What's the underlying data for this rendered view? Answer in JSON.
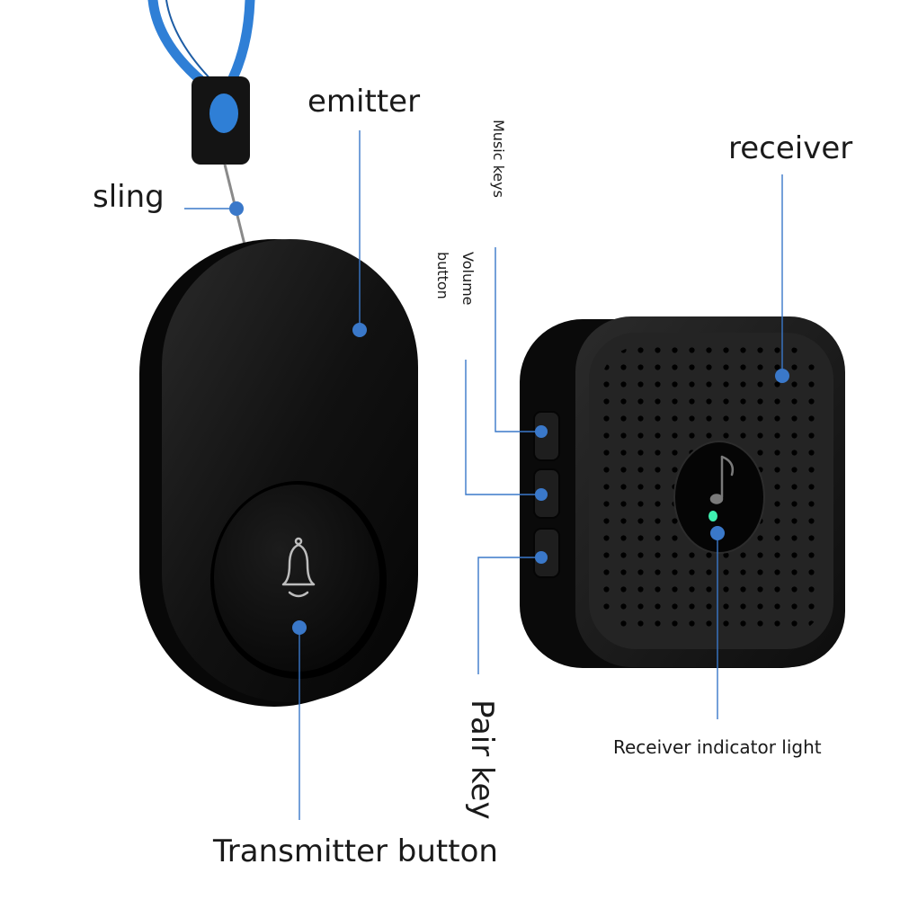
{
  "labels": {
    "emitter": "emitter",
    "sling": "sling",
    "receiver": "receiver",
    "music_keys": "Music keys",
    "volume_button_line1": "Volume",
    "volume_button_line2": "button",
    "pair_key": "Pair key",
    "receiver_indicator_light": "Receiver indicator light",
    "transmitter_button": "Transmitter button"
  },
  "colors": {
    "callout": "#3a78c9",
    "lanyard": "#2f7fd6",
    "device_body": "#151515",
    "indicator_led": "#3ff0b0"
  },
  "icons": {
    "transmitter": "bell-icon",
    "receiver": "music-note-icon"
  }
}
